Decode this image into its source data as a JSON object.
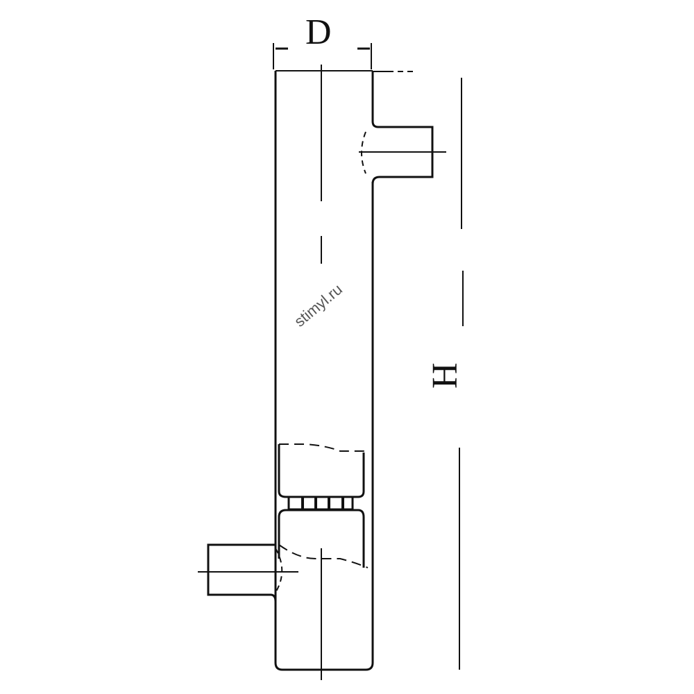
{
  "diagram": {
    "labels": {
      "diameter": "D",
      "height": "H"
    },
    "watermark": "stimyl.ru",
    "colors": {
      "line": "#111111",
      "background": "#ffffff"
    }
  }
}
